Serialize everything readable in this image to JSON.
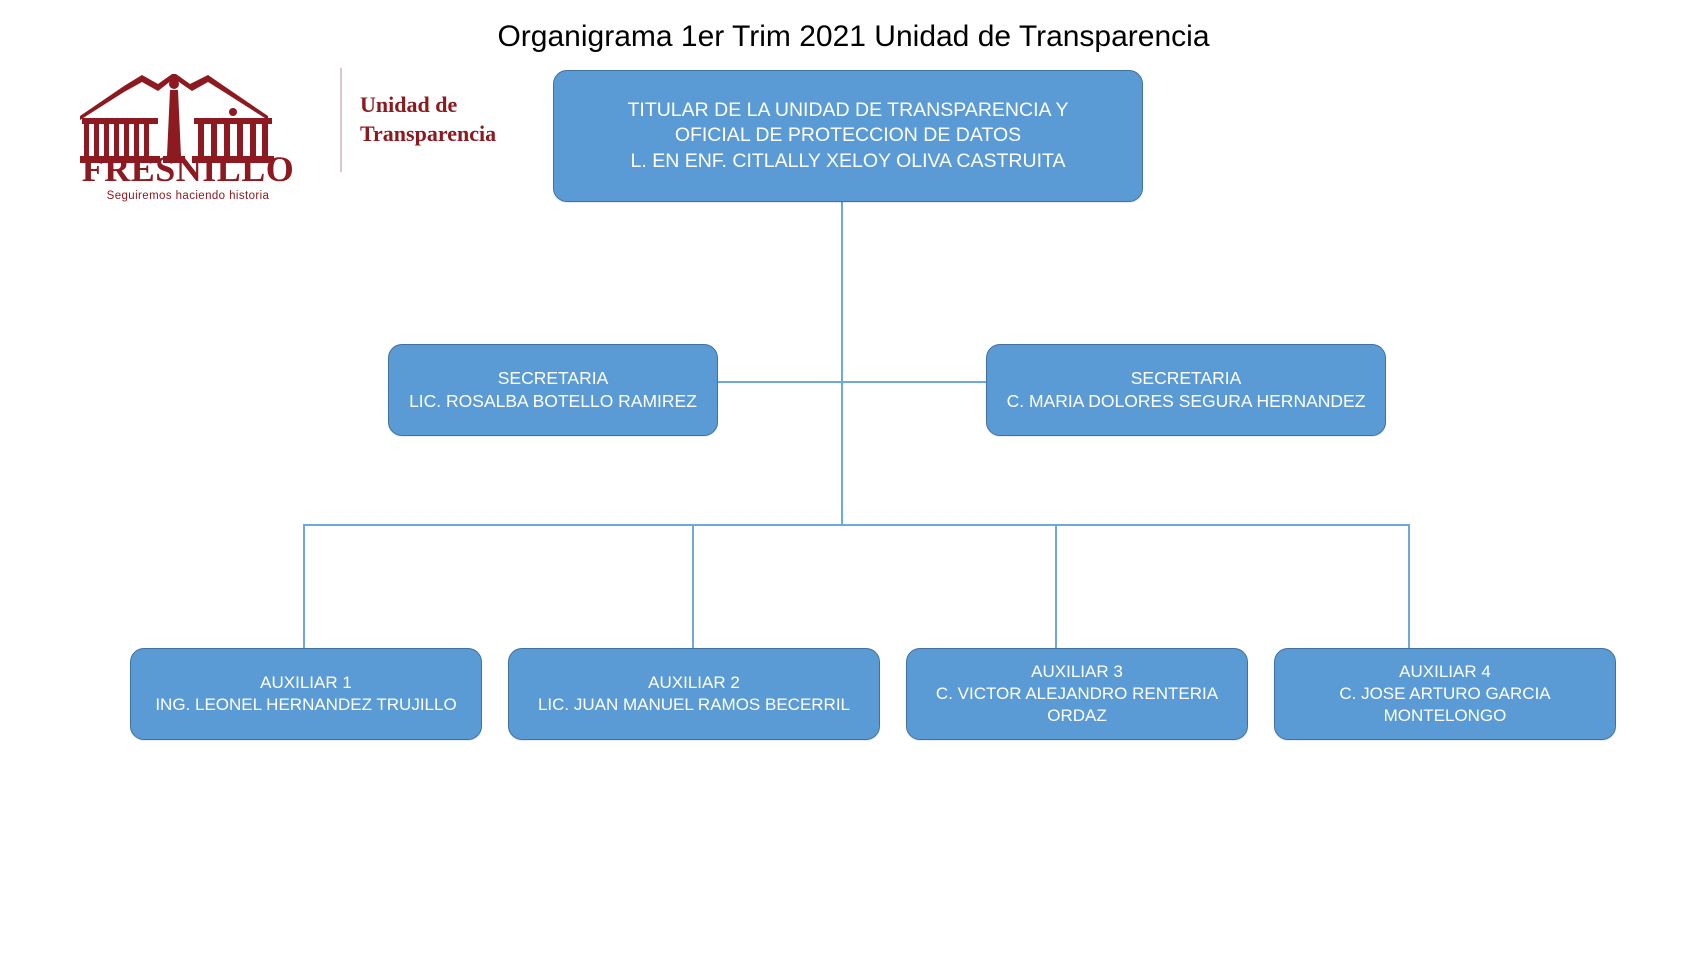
{
  "title": "Organigrama 1er Trim 2021 Unidad de Transparencia",
  "logo": {
    "wordmark": "FRESNILLO",
    "tagline": "Seguiremos haciendo historia",
    "side_line_1": "Unidad de",
    "side_line_2": "Transparencia",
    "brand_color": "#8c1a20"
  },
  "colors": {
    "node_fill": "#5b9bd5",
    "node_border": "#41719c",
    "connector": "#6da9d9",
    "node_text": "#ffffff",
    "title_text": "#000000"
  },
  "nodes": {
    "titular": {
      "line1": "TITULAR DE LA UNIDAD DE TRANSPARENCIA Y",
      "line2": "OFICIAL DE PROTECCION DE DATOS",
      "line3": "L. EN ENF. CITLALLY XELOY OLIVA CASTRUITA"
    },
    "secretaria_1": {
      "line1": "SECRETARIA",
      "line2": "LIC. ROSALBA BOTELLO RAMIREZ"
    },
    "secretaria_2": {
      "line1": "SECRETARIA",
      "line2": "C. MARIA DOLORES SEGURA HERNANDEZ"
    },
    "auxiliar_1": {
      "line1": "AUXILIAR 1",
      "line2": "ING. LEONEL HERNANDEZ TRUJILLO"
    },
    "auxiliar_2": {
      "line1": "AUXILIAR 2",
      "line2": "LIC. JUAN MANUEL RAMOS BECERRIL"
    },
    "auxiliar_3": {
      "line1": "AUXILIAR 3",
      "line2": "C. VICTOR ALEJANDRO RENTERIA ORDAZ"
    },
    "auxiliar_4": {
      "line1": "AUXILIAR 4",
      "line2": "C. JOSE ARTURO GARCIA MONTELONGO"
    }
  }
}
